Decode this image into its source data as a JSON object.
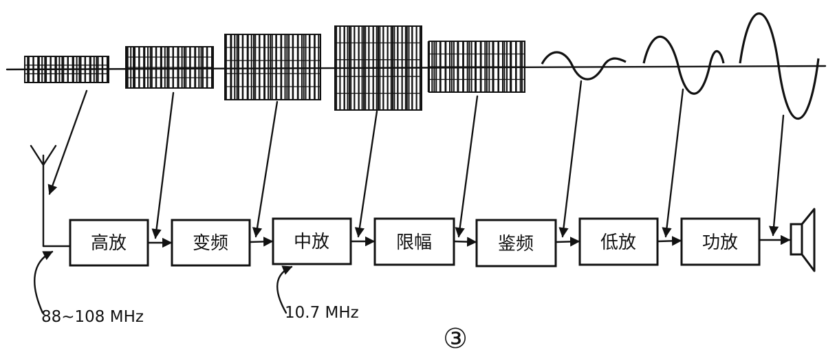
{
  "stages": [
    {
      "id": "rf-amp",
      "label": "高放"
    },
    {
      "id": "mixer",
      "label": "变频"
    },
    {
      "id": "if-amp",
      "label": "中放"
    },
    {
      "id": "limiter",
      "label": "限幅"
    },
    {
      "id": "discriminator",
      "label": "鉴频"
    },
    {
      "id": "af-amp",
      "label": "低放"
    },
    {
      "id": "power-amp",
      "label": "功放"
    }
  ],
  "input_frequency": "88~108 MHz",
  "if_frequency": "10.7 MHz",
  "figure_number": "③"
}
